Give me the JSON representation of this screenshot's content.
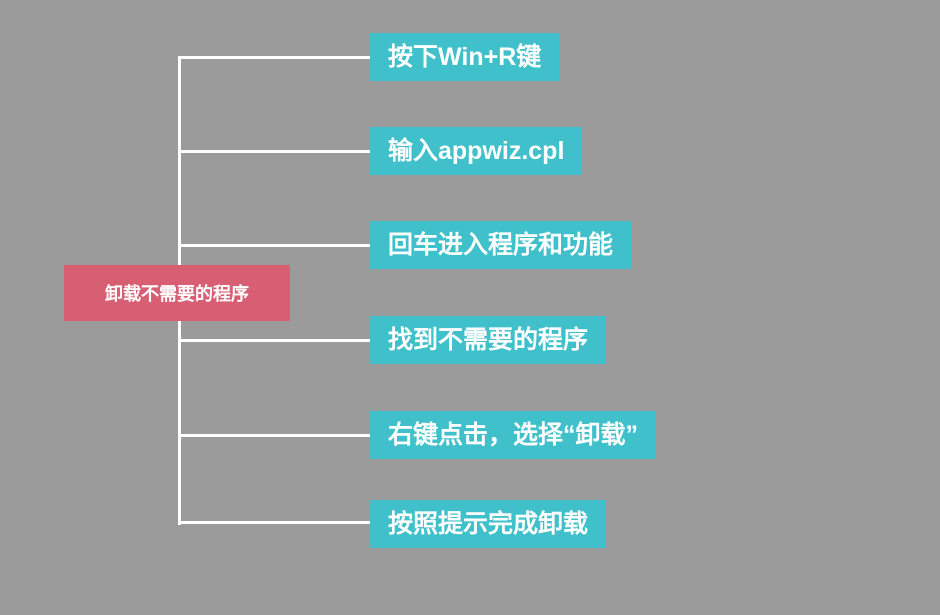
{
  "diagram": {
    "root": {
      "label": "卸载不需要的程序"
    },
    "nodes": [
      {
        "label": "按下Win+R键"
      },
      {
        "label": "输入appwiz.cpl"
      },
      {
        "label": "回车进入程序和功能"
      },
      {
        "label": "找到不需要的程序"
      },
      {
        "label": "右键点击，选择“卸载”"
      },
      {
        "label": "按照提示完成卸载"
      }
    ],
    "colors": {
      "background": "#9b9b9b",
      "root": "#d85f73",
      "node": "#3fc0ca",
      "connector": "#ffffff",
      "text": "#ffffff"
    }
  }
}
